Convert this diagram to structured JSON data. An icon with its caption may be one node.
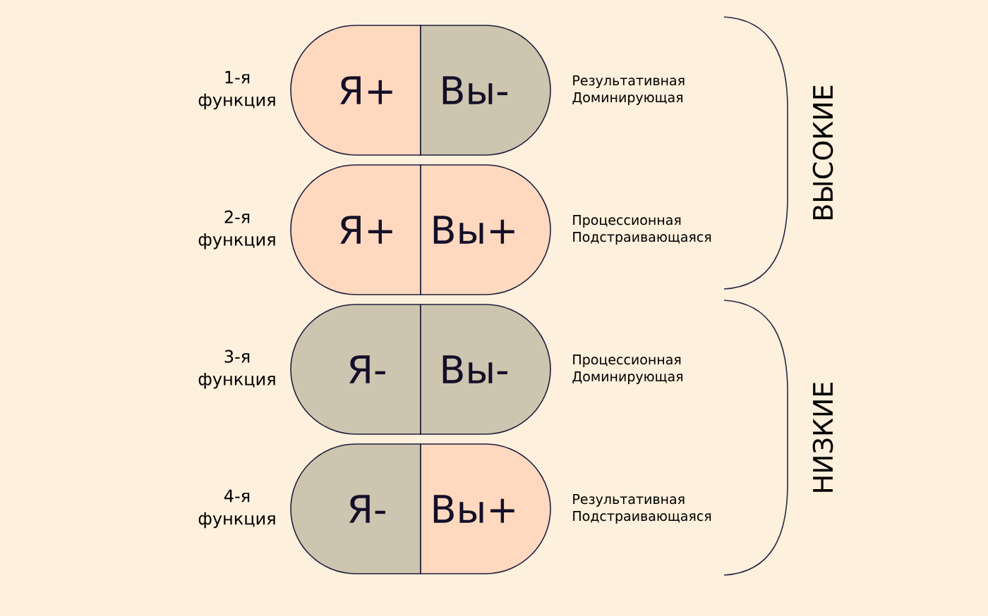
{
  "diagram": {
    "nodes": [
      {
        "text": [
          "Я+"
        ],
        "beside": [
          "1-я функция"
        ]
      },
      {
        "text": [
          "Вы-"
        ],
        "beside": [
          "Результативная Доминирующая"
        ]
      },
      {
        "text": [
          "Я+"
        ],
        "beside": [
          "2-я функция"
        ]
      },
      {
        "text": [
          "Вы+"
        ],
        "beside": [
          "Процессионная Подстраивающаяся"
        ]
      },
      {
        "text": [
          "Я-"
        ],
        "beside": [
          "3-я функция"
        ]
      },
      {
        "text": [
          "Вы-"
        ],
        "beside": [
          "Процессионная Доминирующая"
        ]
      },
      {
        "text": [
          "Я-"
        ],
        "beside": [
          "4-я функция"
        ]
      },
      {
        "text": [
          "Вы+"
        ],
        "beside": [
          "Результативная Подстраивающаяся"
        ]
      }
    ],
    "labels": [
      "ВЫСОКИЕ",
      "НИЗКИЕ"
    ]
  }
}
